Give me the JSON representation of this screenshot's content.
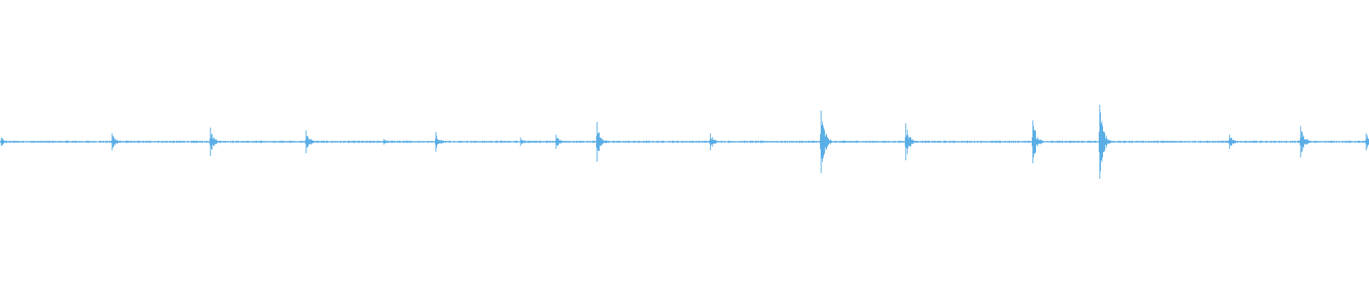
{
  "waveform": {
    "color": "#5aaee6",
    "baseline_amplitude": 0.008,
    "peaks": [
      {
        "t": 0.0,
        "amp": 0.03
      },
      {
        "t": 0.081,
        "amp": 0.06
      },
      {
        "t": 0.153,
        "amp": 0.1
      },
      {
        "t": 0.223,
        "amp": 0.08
      },
      {
        "t": 0.28,
        "amp": 0.02
      },
      {
        "t": 0.318,
        "amp": 0.07
      },
      {
        "t": 0.38,
        "amp": 0.03
      },
      {
        "t": 0.406,
        "amp": 0.05
      },
      {
        "t": 0.436,
        "amp": 0.14
      },
      {
        "t": 0.519,
        "amp": 0.06
      },
      {
        "t": 0.6,
        "amp": 0.22
      },
      {
        "t": 0.662,
        "amp": 0.13
      },
      {
        "t": 0.755,
        "amp": 0.15
      },
      {
        "t": 0.804,
        "amp": 0.26
      },
      {
        "t": 0.899,
        "amp": 0.05
      },
      {
        "t": 0.951,
        "amp": 0.11
      },
      {
        "t": 0.999,
        "amp": 0.06
      }
    ]
  }
}
